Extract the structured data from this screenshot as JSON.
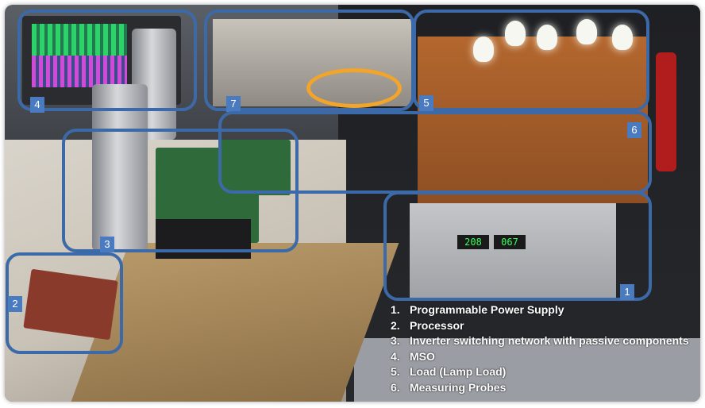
{
  "callout_numbers": [
    "1",
    "2",
    "3",
    "4",
    "5",
    "6",
    "7"
  ],
  "legend": [
    {
      "num": "1.",
      "text": "Programmable Power Supply"
    },
    {
      "num": "2.",
      "text": "Processor"
    },
    {
      "num": "3.",
      "text": "Inverter switching network with passive components"
    },
    {
      "num": "4.",
      "text": "MSO"
    },
    {
      "num": "5.",
      "text": "Load (Lamp Load)"
    },
    {
      "num": "6.",
      "text": "Measuring Probes"
    }
  ],
  "psu_display": {
    "left_readout": "208",
    "right_readout": "067"
  },
  "colors": {
    "callout_border": "#3c6aa8",
    "badge_fill": "#4a7bc0",
    "legend_text": "#ffffff"
  }
}
